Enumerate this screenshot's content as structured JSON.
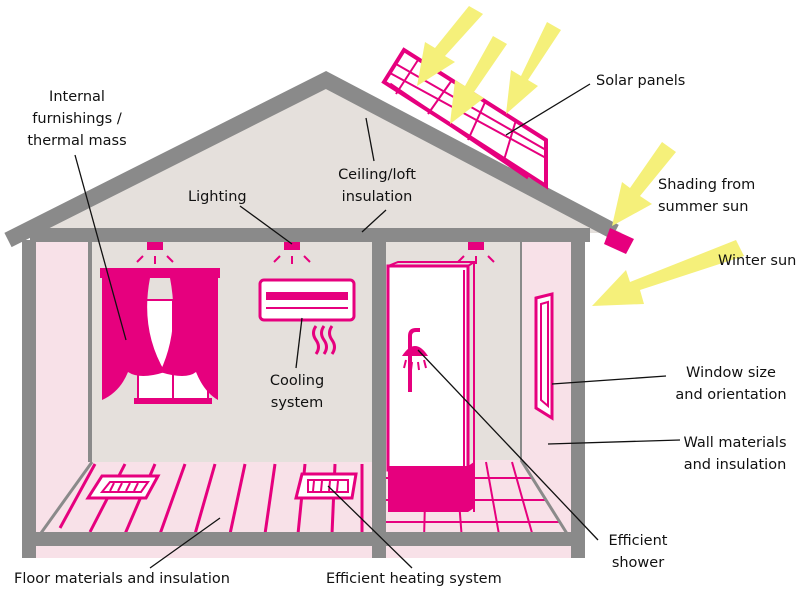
{
  "labels": {
    "solar_panels": "Solar panels",
    "shading_1": "Shading from",
    "shading_2": "summer sun",
    "winter_sun": "Winter sun",
    "furnishings_1": "Internal",
    "furnishings_2": "furnishings /",
    "furnishings_3": "thermal mass",
    "ceiling_1": "Ceiling/loft",
    "ceiling_2": "insulation",
    "lighting": "Lighting",
    "cooling_1": "Cooling",
    "cooling_2": "system",
    "window_1": "Window size",
    "window_2": "and orientation",
    "wall_1": "Wall materials",
    "wall_2": "and insulation",
    "shower_1": "Efficient",
    "shower_2": "shower",
    "floor": "Floor materials and insulation",
    "heating": "Efficient heating system"
  },
  "colors": {
    "accent": "#e6007e",
    "wall": "#8a8a8a",
    "interior": "#e5e0dc",
    "pink_wall": "#f8e1e8",
    "sun": "#f5f07a"
  }
}
